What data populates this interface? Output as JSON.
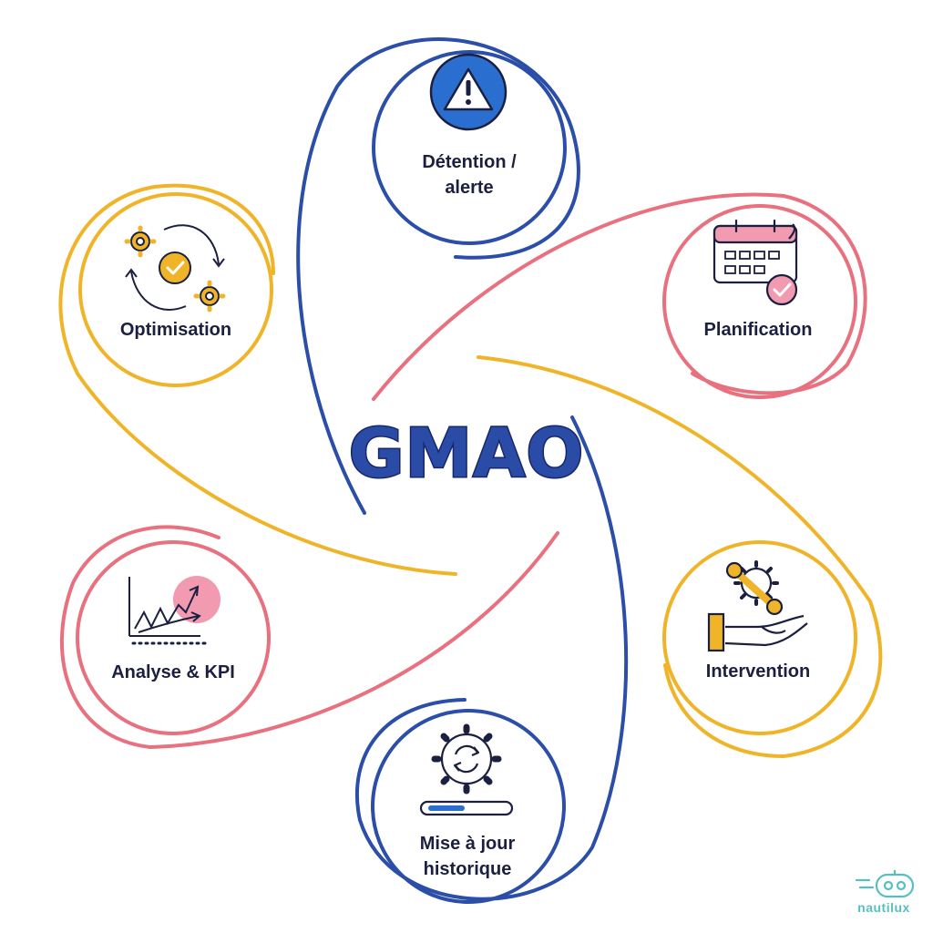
{
  "diagram": {
    "center_title": "GMAO",
    "nodes": [
      {
        "id": "detention",
        "lines": [
          "Détention /",
          "alerte"
        ],
        "color": "#2b4ea8",
        "icon": "warning-icon"
      },
      {
        "id": "planification",
        "lines": [
          "Planification"
        ],
        "color": "#e8707f",
        "icon": "calendar-check-icon"
      },
      {
        "id": "intervention",
        "lines": [
          "Intervention"
        ],
        "color": "#f0b429",
        "icon": "hand-wrench-gear-icon"
      },
      {
        "id": "mise-a-jour",
        "lines": [
          "Mise à jour",
          "historique"
        ],
        "color": "#2b4ea8",
        "icon": "gear-progress-icon"
      },
      {
        "id": "analyse",
        "lines": [
          "Analyse & KPI"
        ],
        "color": "#e8707f",
        "icon": "chart-trend-icon"
      },
      {
        "id": "optimisation",
        "lines": [
          "Optimisation"
        ],
        "color": "#f0b429",
        "icon": "gears-cycle-icon"
      }
    ]
  },
  "brand": {
    "name": "nautilux",
    "color": "#56bfc2",
    "icon": "robot-logo-icon"
  },
  "colors": {
    "blue": "#2b4ea8",
    "pink": "#e8707f",
    "yellow": "#f0b429",
    "text": "#1b2040"
  }
}
